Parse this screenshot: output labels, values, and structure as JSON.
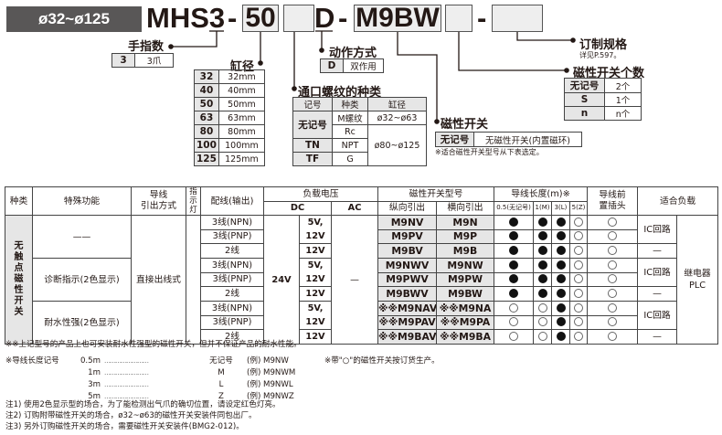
{
  "header": {
    "bore_range": "ø32~ø125",
    "model_prefix": "MHS3",
    "dash": "-",
    "bore_value": "50",
    "action_code": "D",
    "switch_value": "M9BW"
  },
  "fingers": {
    "label": "手指数",
    "rows": [
      {
        "code": "3",
        "desc": "3爪"
      }
    ]
  },
  "bore": {
    "label": "缸径",
    "rows": [
      {
        "code": "32",
        "desc": "32mm"
      },
      {
        "code": "40",
        "desc": "40mm"
      },
      {
        "code": "50",
        "desc": "50mm"
      },
      {
        "code": "63",
        "desc": "63mm"
      },
      {
        "code": "80",
        "desc": "80mm"
      },
      {
        "code": "100",
        "desc": "100mm"
      },
      {
        "code": "125",
        "desc": "125mm"
      }
    ]
  },
  "action": {
    "label": "动作方式",
    "rows": [
      {
        "code": "D",
        "desc": "双作用"
      }
    ]
  },
  "port": {
    "label": "通口螺纹的种类",
    "headers": [
      "记号",
      "种类",
      "缸径"
    ],
    "code_none": "无记号",
    "m_thread": "M螺纹",
    "rc": "Rc",
    "tn": "TN",
    "npt": "NPT",
    "tf": "TF",
    "g": "G",
    "bore_small": "ø32~ø63",
    "bore_large": "ø80~ø125"
  },
  "switch": {
    "label": "磁性开关",
    "code": "无记号",
    "desc": "无磁性开关(内置磁环)",
    "note": "※适合磁性开关型号从下表选定。"
  },
  "custom": {
    "label": "订制规格",
    "note": "详见P.597。"
  },
  "switch_count": {
    "label": "磁性开关个数",
    "rows": [
      {
        "code": "无记号",
        "desc": "2个"
      },
      {
        "code": "S",
        "desc": "1个"
      },
      {
        "code": "n",
        "desc": "n个"
      }
    ]
  },
  "main_table": {
    "headers": {
      "kind": "种类",
      "function": "特殊功能",
      "lead_out": "导线\n引出方式",
      "indicator": "指示\n灯",
      "wiring": "配线(输出)",
      "load_voltage": "负载电压",
      "dc": "DC",
      "ac": "AC",
      "switch_model": "磁性开关型号",
      "vertical": "纵向引出",
      "horizontal": "横向引出",
      "lead_length": "导线长度(m)※",
      "l05": "0.5(无记号)",
      "l1": "1(M)",
      "l3": "3(L)",
      "l5": "5(Z)",
      "connector": "导线前\n置插头",
      "load": "适合负载"
    },
    "kind": "无触点磁性开关",
    "lead_out": "直接出线式",
    "dc_main": "24V",
    "ac": "—",
    "load_plc": "继电器\nPLC",
    "functions": [
      "——",
      "诊断指示(2色显示)",
      "耐水性强(2色显示)"
    ],
    "dc_voltage": [
      {
        "text": "5V,\n12V",
        "span": 2
      },
      {
        "text": "12V",
        "span": 1
      },
      {
        "text": "5V,\n12V",
        "span": 2
      },
      {
        "text": "12V",
        "span": 1
      },
      {
        "text": "5V,\n12V",
        "span": 2
      },
      {
        "text": "12V",
        "span": 1
      }
    ],
    "load_ic": [
      {
        "text": "IC回路",
        "span": 2
      },
      {
        "text": "—",
        "span": 1
      },
      {
        "text": "IC回路",
        "span": 2
      },
      {
        "text": "—",
        "span": 1
      },
      {
        "text": "IC回路",
        "span": 2
      },
      {
        "text": "—",
        "span": 1
      }
    ],
    "rows": [
      {
        "wiring": "3线(NPN)",
        "vertical": "M9NV",
        "horizontal": "M9N",
        "lengths": [
          "filled",
          "filled",
          "filled",
          "open"
        ],
        "connector": "open"
      },
      {
        "wiring": "3线(PNP)",
        "vertical": "M9PV",
        "horizontal": "M9P",
        "lengths": [
          "filled",
          "filled",
          "filled",
          "open"
        ],
        "connector": "open"
      },
      {
        "wiring": "2线",
        "vertical": "M9BV",
        "horizontal": "M9B",
        "lengths": [
          "filled",
          "filled",
          "filled",
          "open"
        ],
        "connector": "open"
      },
      {
        "wiring": "3线(NPN)",
        "vertical": "M9NWV",
        "horizontal": "M9NW",
        "lengths": [
          "filled",
          "filled",
          "filled",
          "open"
        ],
        "connector": "open"
      },
      {
        "wiring": "3线(PNP)",
        "vertical": "M9PWV",
        "horizontal": "M9PW",
        "lengths": [
          "filled",
          "filled",
          "filled",
          "open"
        ],
        "connector": "open"
      },
      {
        "wiring": "2线",
        "vertical": "M9BWV",
        "horizontal": "M9BW",
        "lengths": [
          "filled",
          "filled",
          "filled",
          "open"
        ],
        "connector": "open"
      },
      {
        "wiring": "3线(NPN)",
        "vertical": "※※M9NAV",
        "horizontal": "※※M9NA",
        "lengths": [
          "open",
          "open",
          "filled",
          "open"
        ],
        "connector": "open"
      },
      {
        "wiring": "3线(PNP)",
        "vertical": "※※M9PAV",
        "horizontal": "※※M9PA",
        "lengths": [
          "open",
          "open",
          "filled",
          "open"
        ],
        "connector": "open"
      },
      {
        "wiring": "2线",
        "vertical": "※※M9BAV",
        "horizontal": "※※M9BA",
        "lengths": [
          "open",
          "open",
          "filled",
          "open"
        ],
        "connector": "open"
      }
    ]
  },
  "notes": {
    "water": "※※上记型号的产品上也可安装耐水性强型的磁性开关，但并不保证产品的耐水性能。",
    "length_title": "※导线长度记号",
    "length_rows": [
      {
        "len": "0.5m",
        "dots": "……………………",
        "code": "无记号",
        "example": "(例) M9NW"
      },
      {
        "len": "1m",
        "dots": "……………………",
        "code": "M",
        "example": "(例) M9NWM"
      },
      {
        "len": "3m",
        "dots": "……………………",
        "code": "L",
        "example": "(例) M9NWL"
      },
      {
        "len": "5m",
        "dots": "……………………",
        "code": "Z",
        "example": "(例) M9NWZ"
      }
    ],
    "order": "※带\"○\"的磁性开关按订货生产。",
    "n1": "注1) 使用2色显示型的场合，为了能检测出气爪的确切位置，请设定红色灯亮。",
    "n2": "注2) 订购附带磁性开关的场合，ø32~ø63的磁性开关安装件同包出厂。",
    "n3": "注3) 另外订购磁性开关的场合，需要磁性开关安装件(BMG2-012)。"
  },
  "colors": {
    "header_bg": "#595757",
    "cell_gray": "#e6e6e6"
  }
}
